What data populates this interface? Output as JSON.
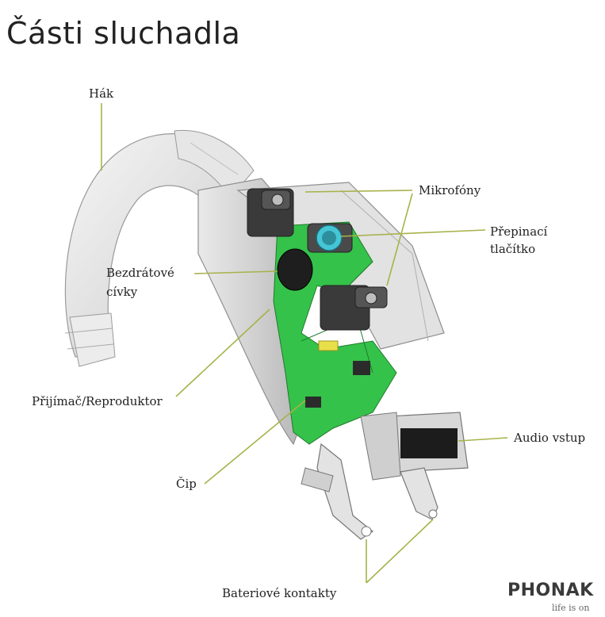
{
  "title": "Části sluchadla",
  "labels": {
    "hak": "Hák",
    "mikrofony": "Mikrofóny",
    "prepinaci": "Přepinací",
    "tlacitko": "tlačítko",
    "bezdratove": "Bezdrátové",
    "civky": "cívky",
    "prijimac": "Přijímač/Reproduktor",
    "audio": "Audio vstup",
    "cip": "Čip",
    "bateriove": "Bateriové kontakty"
  },
  "brand": {
    "logo_text": "PHONAK",
    "tagline": "life is on"
  },
  "colors": {
    "leader": "#a7b24a",
    "pcb_green": "#35c24a",
    "housing": "#d9d9d9",
    "button_ring": "#44c6d6"
  }
}
